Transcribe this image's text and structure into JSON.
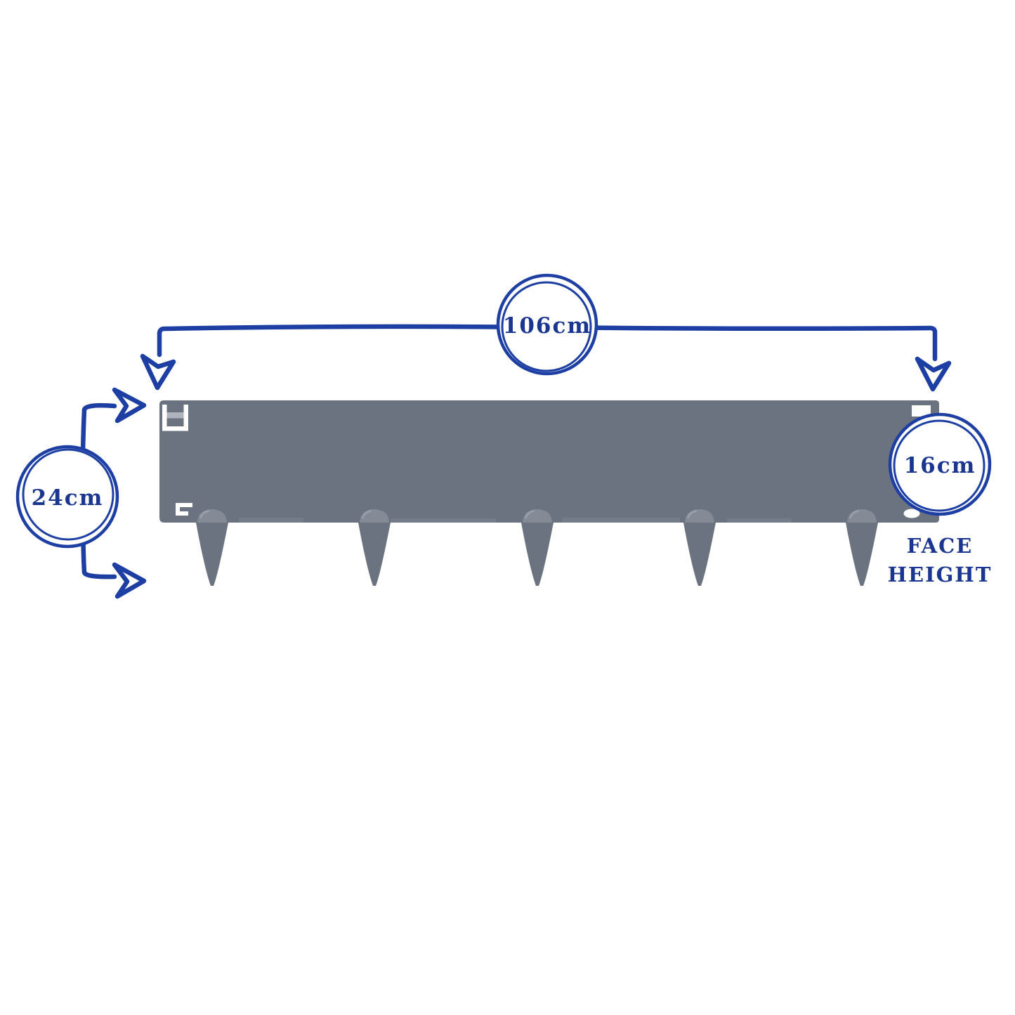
{
  "figure": {
    "background": "#ffffff",
    "subject": "metal-lawn-edging-panel"
  },
  "dimensions": {
    "width": {
      "label": "106cm"
    },
    "total_height": {
      "label": "24cm"
    },
    "face_height": {
      "label": "16cm",
      "caption_line1": "FACE",
      "caption_line2": "HEIGHT"
    }
  },
  "colors": {
    "line_blue": "#1d3fa3",
    "text_navy": "#1a3690",
    "panel_gray": "#6c7380",
    "spike_dome_gray": "#848b97",
    "tab_highlight_gray": "#b0b5bd",
    "edge_streak_gray": "#7b8290",
    "cutout_white": "#ffffff"
  },
  "icons": {
    "down_arrow": "open-chevron-arrowhead-down",
    "right_arrow": "open-chevron-arrowhead-right",
    "dimension_badge": "double-ring-circle"
  }
}
